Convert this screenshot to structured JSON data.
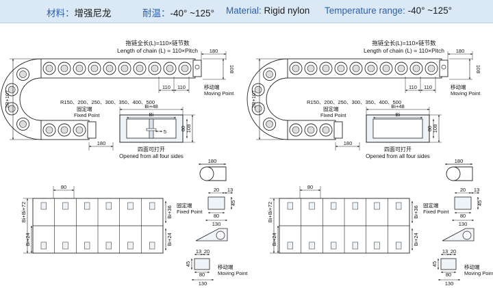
{
  "header": {
    "material_cn_label": "材料：",
    "material_cn_value": "增强尼龙",
    "temp_cn_label": "耐温：",
    "temp_cn_value": "-40° ~125°",
    "material_en_label": "Material:",
    "material_en_value": "Rigid nylon",
    "temp_en_label": "Temperature range:",
    "temp_en_value": "-40° ~125°"
  },
  "drawings": {
    "chain_length_cn": "拖链全长(L)=110×链节数",
    "chain_length_en": "Length of chain (L) = 110×Pitch",
    "dim_180": "180",
    "dim_108": "108",
    "dim_110": "110",
    "dim_80": "80",
    "dim_5": "5",
    "dim_2r107": "2R+107",
    "radius_list": "R150、200、250、300、350、400、500",
    "moving_cn": "移动端",
    "moving_en": "Moving Point",
    "fixed_cn": "固定端",
    "fixed_en": "Fixed Point",
    "bi_48": "Bi+48",
    "bi": "Bi",
    "open_cn": "四面可打开",
    "open_en": "Opened from all four sides",
    "bi_bi72": "Bi+Bi+72",
    "bi_24": "Bi+24",
    "bi_36": "Bi+36",
    "dim_20": "20",
    "dim_13": "13",
    "dim_45": "45",
    "dim_130": "130"
  }
}
